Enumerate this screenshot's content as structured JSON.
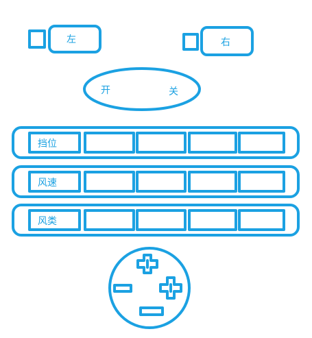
{
  "buttons": {
    "left_label": "左",
    "right_label": "右"
  },
  "power": {
    "on_label": "开",
    "off_label": "关"
  },
  "rows": [
    {
      "label": "挡位"
    },
    {
      "label": "风速"
    },
    {
      "label": "风类"
    }
  ],
  "colors": {
    "stroke": "#1ba1e2"
  },
  "icons": {
    "dpad": "cross-icon",
    "bar": "bar-icon"
  }
}
